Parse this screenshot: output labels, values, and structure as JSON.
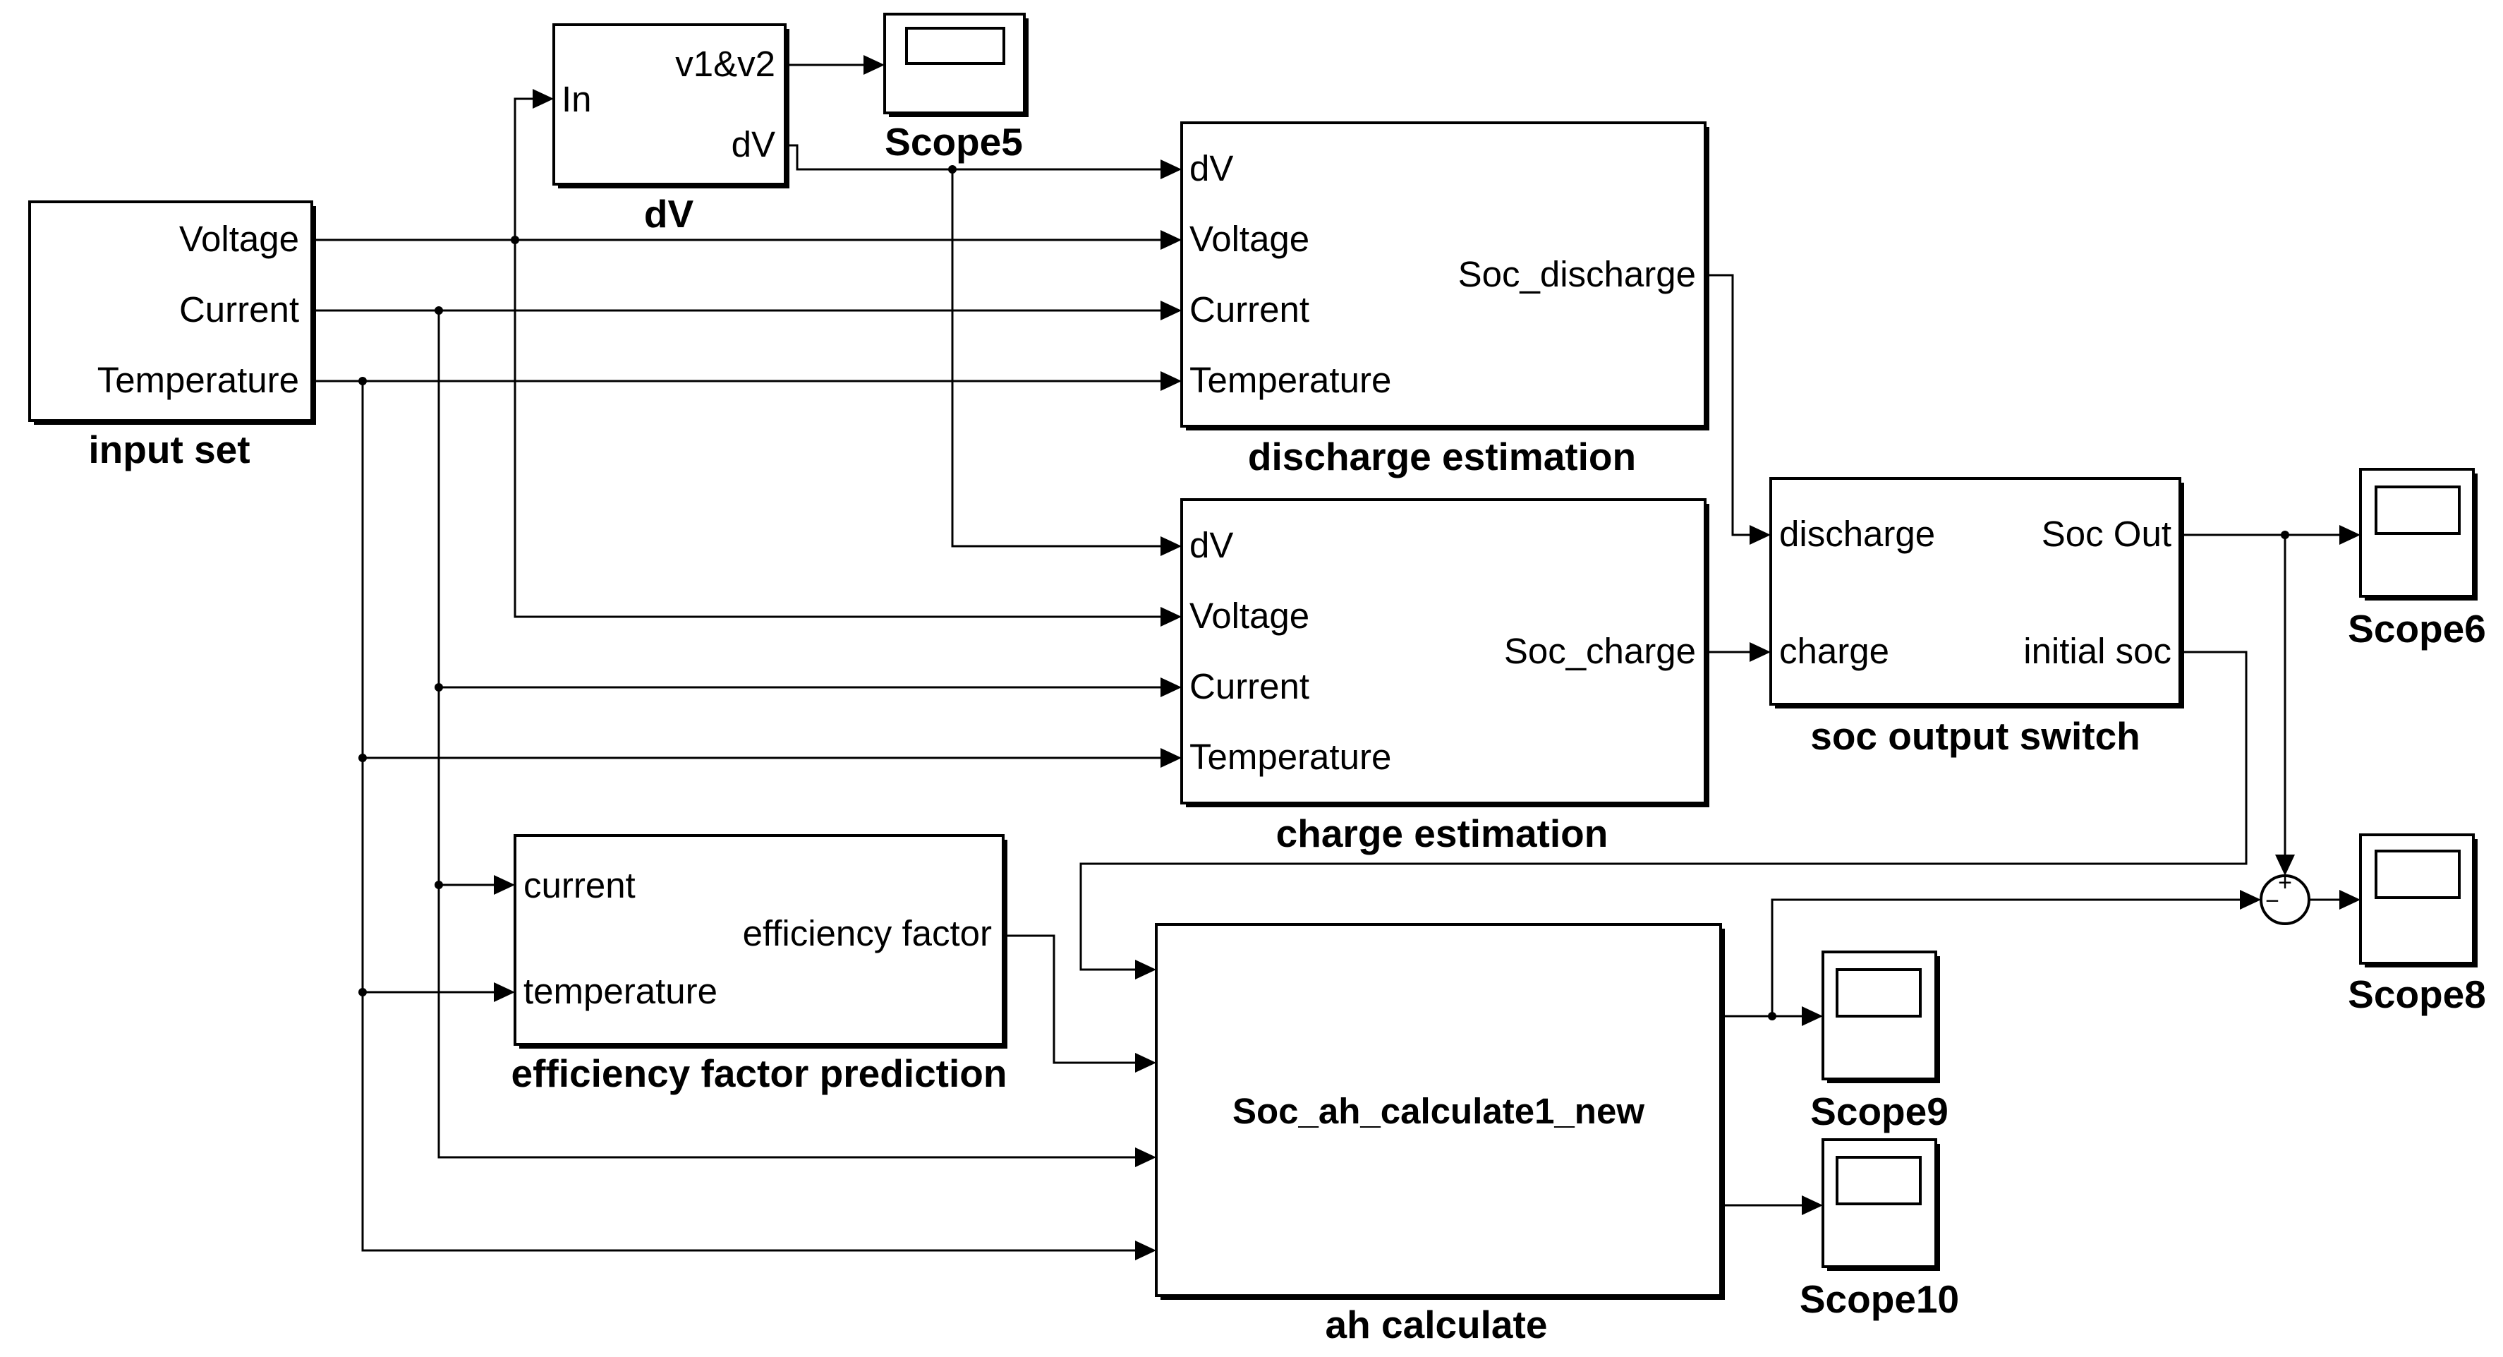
{
  "blocks": {
    "input_set": {
      "title": "input set",
      "ports_out": [
        "Voltage",
        "Current",
        "Temperature"
      ]
    },
    "dv": {
      "title": "dV",
      "port_in": "In",
      "ports_out": [
        "v1&v2",
        "dV"
      ]
    },
    "scope5": {
      "title": "Scope5"
    },
    "discharge": {
      "title": "discharge estimation",
      "ports_in": [
        "dV",
        "Voltage",
        "Current",
        "Temperature"
      ],
      "port_out": "Soc_discharge"
    },
    "charge": {
      "title": "charge estimation",
      "ports_in": [
        "dV",
        "Voltage",
        "Current",
        "Temperature"
      ],
      "port_out": "Soc_charge"
    },
    "switch": {
      "title": "soc output switch",
      "ports_in": [
        "discharge",
        "charge"
      ],
      "ports_out": [
        "Soc Out",
        "initial soc"
      ]
    },
    "scope6": {
      "title": "Scope6"
    },
    "efficiency": {
      "title": "efficiency factor prediction",
      "ports_in": [
        "current",
        "temperature"
      ],
      "port_out": "efficiency factor"
    },
    "ah": {
      "title": "ah calculate",
      "label": "Soc_ah_calculate1_new"
    },
    "sum": {
      "signs": [
        "+",
        "−"
      ]
    },
    "scope8": {
      "title": "Scope8"
    },
    "scope9": {
      "title": "Scope9"
    },
    "scope10": {
      "title": "Scope10"
    }
  }
}
